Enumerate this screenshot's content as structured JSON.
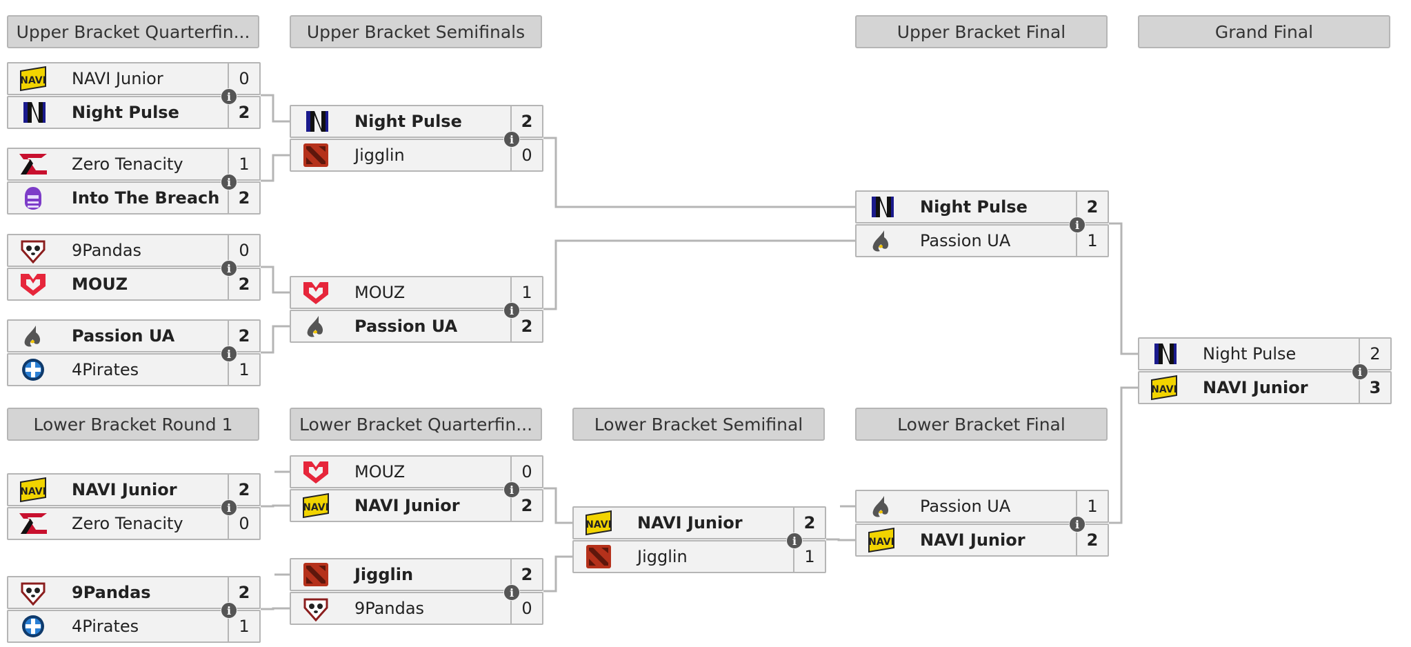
{
  "rounds": [
    {
      "id": "ubqf",
      "title": "Upper Bracket Quarterfin...",
      "col": 0,
      "row": "upper"
    },
    {
      "id": "ubsf",
      "title": "Upper Bracket Semifinals",
      "col": 1,
      "row": "upper"
    },
    {
      "id": "ubf",
      "title": "Upper Bracket Final",
      "col": 3,
      "row": "upper"
    },
    {
      "id": "gf",
      "title": "Grand Final",
      "col": 4,
      "row": "upper"
    },
    {
      "id": "lbr1",
      "title": "Lower Bracket Round 1",
      "col": 0,
      "row": "lower"
    },
    {
      "id": "lbqf",
      "title": "Lower Bracket Quarterfin...",
      "col": 1,
      "row": "lower"
    },
    {
      "id": "lbsf",
      "title": "Lower Bracket Semifinal",
      "col": 2,
      "row": "lower"
    },
    {
      "id": "lbf",
      "title": "Lower Bracket Final",
      "col": 3,
      "row": "lower"
    }
  ],
  "matches": [
    {
      "id": "ubqf1",
      "round": "ubqf",
      "top": {
        "team": "NAVI Junior",
        "logo": "navi",
        "score": "0",
        "winner": false
      },
      "bottom": {
        "team": "Night Pulse",
        "logo": "nightpulse",
        "score": "2",
        "winner": true
      }
    },
    {
      "id": "ubqf2",
      "round": "ubqf",
      "top": {
        "team": "Zero Tenacity",
        "logo": "zerotenacity",
        "score": "1",
        "winner": false
      },
      "bottom": {
        "team": "Into The Breach",
        "logo": "intothebreach",
        "score": "2",
        "winner": true
      }
    },
    {
      "id": "ubqf3",
      "round": "ubqf",
      "top": {
        "team": "9Pandas",
        "logo": "9pandas",
        "score": "0",
        "winner": false
      },
      "bottom": {
        "team": "MOUZ",
        "logo": "mouz",
        "score": "2",
        "winner": true
      }
    },
    {
      "id": "ubqf4",
      "round": "ubqf",
      "top": {
        "team": "Passion UA",
        "logo": "passionua",
        "score": "2",
        "winner": true
      },
      "bottom": {
        "team": "4Pirates",
        "logo": "4pirates",
        "score": "1",
        "winner": false
      }
    },
    {
      "id": "ubsf1",
      "round": "ubsf",
      "top": {
        "team": "Night Pulse",
        "logo": "nightpulse",
        "score": "2",
        "winner": true
      },
      "bottom": {
        "team": "Jigglin",
        "logo": "jigglin",
        "score": "0",
        "winner": false
      }
    },
    {
      "id": "ubsf2",
      "round": "ubsf",
      "top": {
        "team": "MOUZ",
        "logo": "mouz",
        "score": "1",
        "winner": false
      },
      "bottom": {
        "team": "Passion UA",
        "logo": "passionua",
        "score": "2",
        "winner": true
      }
    },
    {
      "id": "ubf1",
      "round": "ubf",
      "top": {
        "team": "Night Pulse",
        "logo": "nightpulse",
        "score": "2",
        "winner": true
      },
      "bottom": {
        "team": "Passion UA",
        "logo": "passionua",
        "score": "1",
        "winner": false
      }
    },
    {
      "id": "gf1",
      "round": "gf",
      "top": {
        "team": "Night Pulse",
        "logo": "nightpulse",
        "score": "2",
        "winner": false
      },
      "bottom": {
        "team": "NAVI Junior",
        "logo": "navi",
        "score": "3",
        "winner": true
      }
    },
    {
      "id": "lbr1a",
      "round": "lbr1",
      "top": {
        "team": "NAVI Junior",
        "logo": "navi",
        "score": "2",
        "winner": true
      },
      "bottom": {
        "team": "Zero Tenacity",
        "logo": "zerotenacity",
        "score": "0",
        "winner": false
      }
    },
    {
      "id": "lbr1b",
      "round": "lbr1",
      "top": {
        "team": "9Pandas",
        "logo": "9pandas",
        "score": "2",
        "winner": true
      },
      "bottom": {
        "team": "4Pirates",
        "logo": "4pirates",
        "score": "1",
        "winner": false
      }
    },
    {
      "id": "lbqf1",
      "round": "lbqf",
      "top": {
        "team": "MOUZ",
        "logo": "mouz",
        "score": "0",
        "winner": false
      },
      "bottom": {
        "team": "NAVI Junior",
        "logo": "navi",
        "score": "2",
        "winner": true
      }
    },
    {
      "id": "lbqf2",
      "round": "lbqf",
      "top": {
        "team": "Jigglin",
        "logo": "jigglin",
        "score": "2",
        "winner": true
      },
      "bottom": {
        "team": "9Pandas",
        "logo": "9pandas",
        "score": "0",
        "winner": false
      }
    },
    {
      "id": "lbsf1",
      "round": "lbsf",
      "top": {
        "team": "NAVI Junior",
        "logo": "navi",
        "score": "2",
        "winner": true
      },
      "bottom": {
        "team": "Jigglin",
        "logo": "jigglin",
        "score": "1",
        "winner": false
      }
    },
    {
      "id": "lbf1",
      "round": "lbf",
      "top": {
        "team": "Passion UA",
        "logo": "passionua",
        "score": "1",
        "winner": false
      },
      "bottom": {
        "team": "NAVI Junior",
        "logo": "navi",
        "score": "2",
        "winner": true
      }
    }
  ],
  "info_icon": "info-icon",
  "colors": {
    "header_bg": "#d4d4d4",
    "slot_bg": "#f2f2f2",
    "border": "#b5b5b5",
    "connector": "#b5b5b5"
  }
}
